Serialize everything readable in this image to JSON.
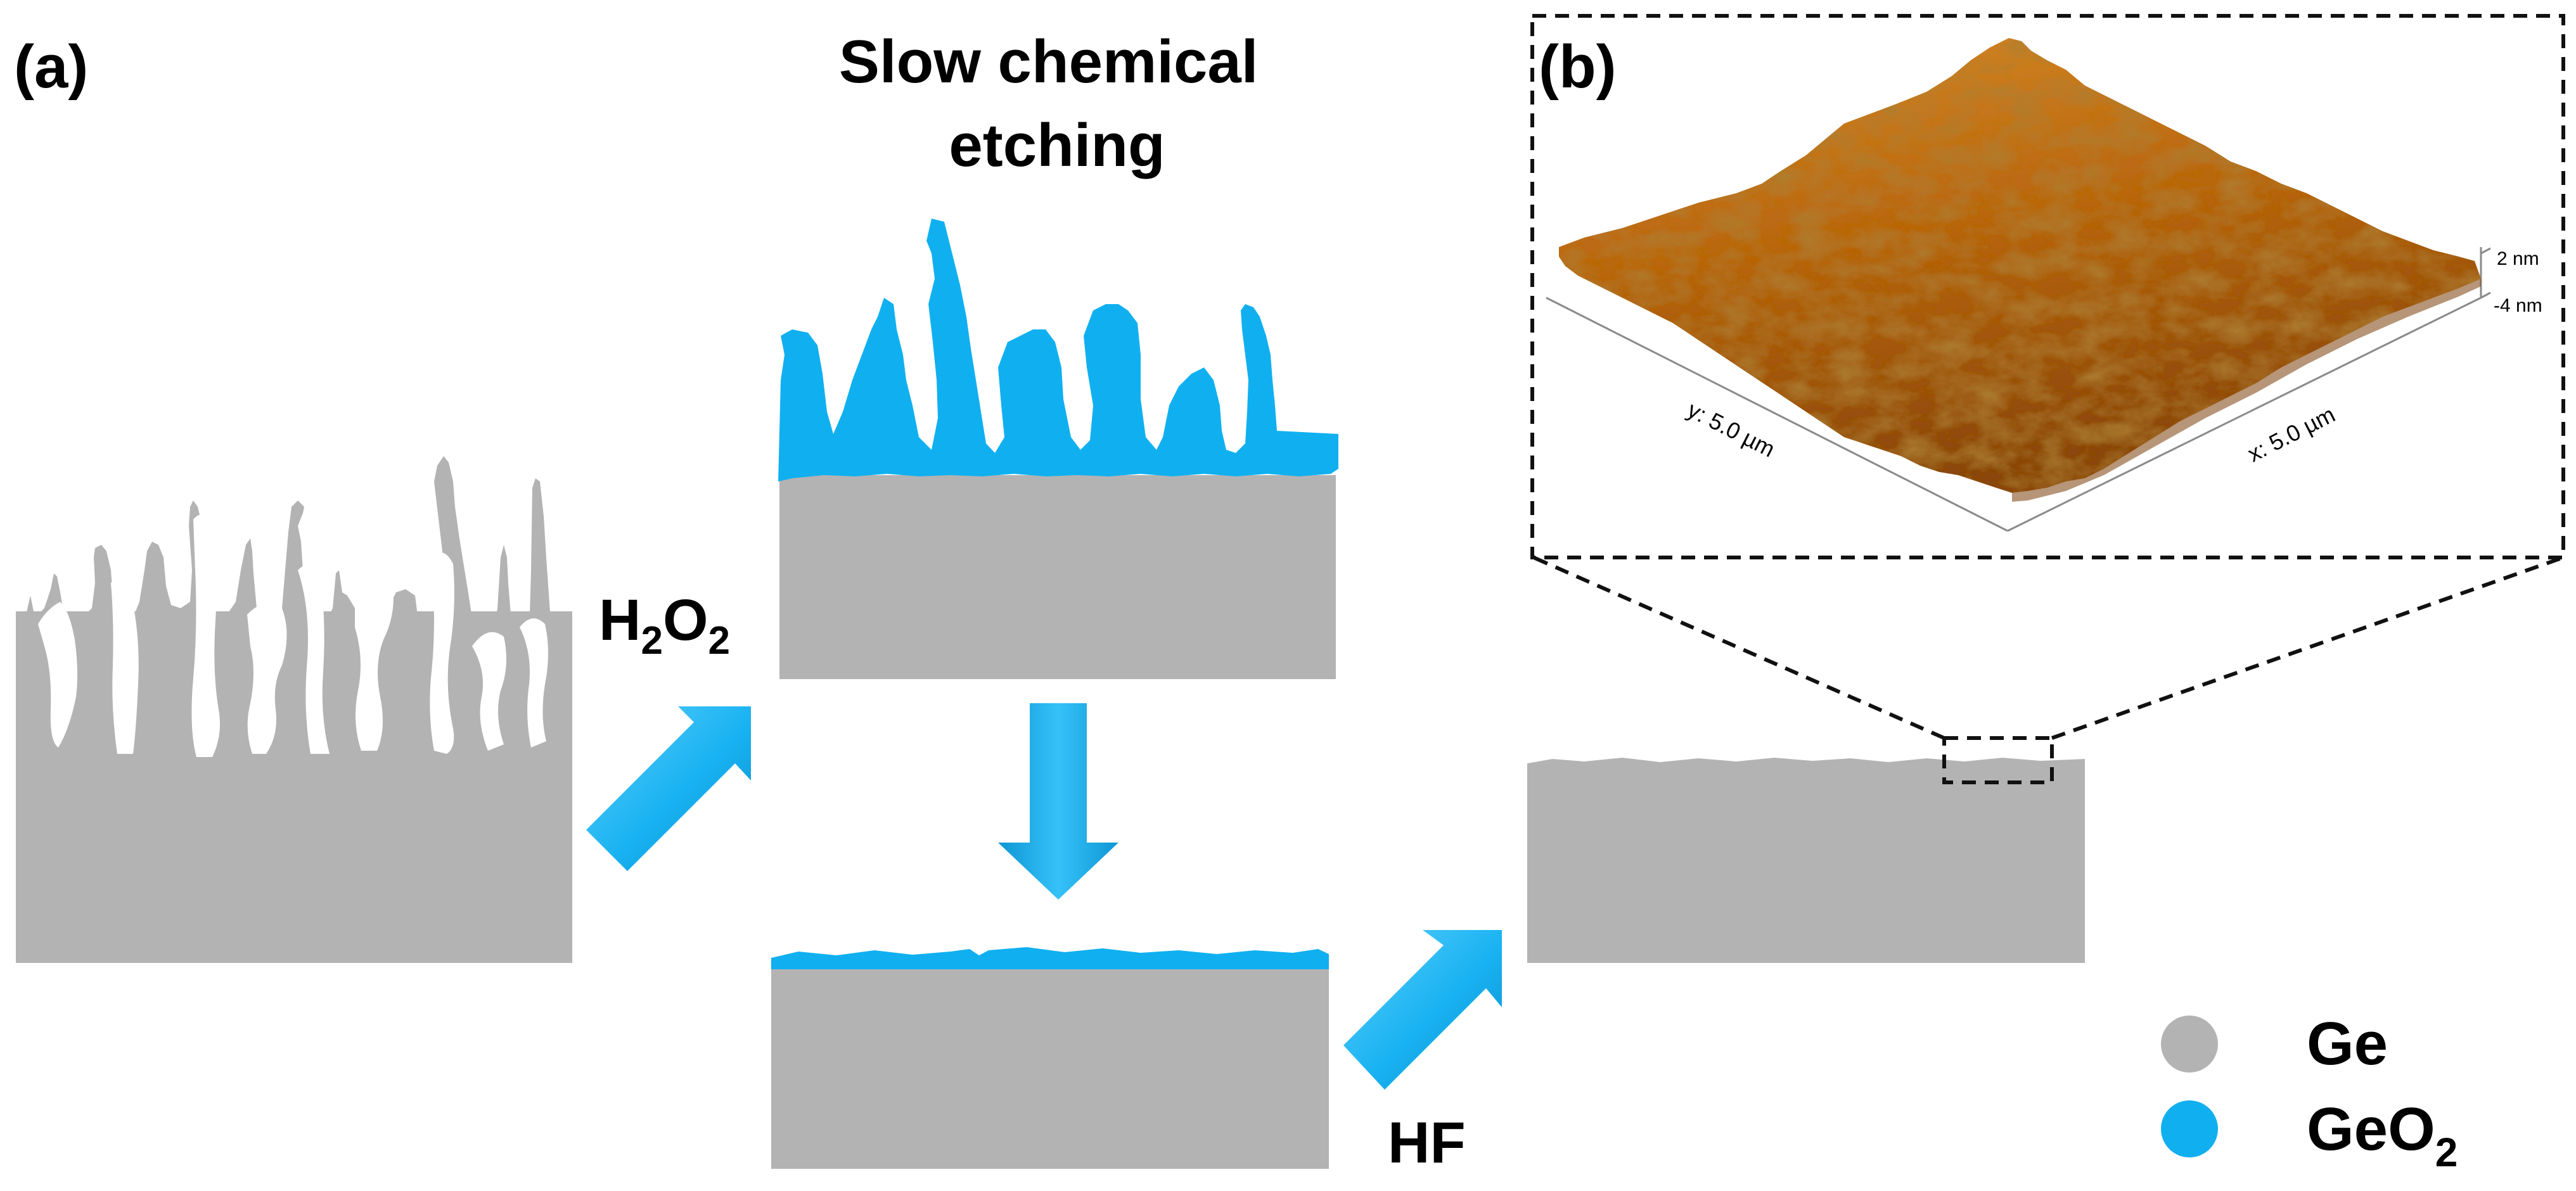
{
  "panel_a_label": "(a)",
  "panel_b_label": "(b)",
  "step_title": [
    "Slow chemical",
    "etching"
  ],
  "reagent_1": {
    "base": "H",
    "sub1": "2",
    "mid": "O",
    "sub2": "2"
  },
  "reagent_2": "HF",
  "afm": {
    "z_top_label": "2 nm",
    "z_bottom_label": "-4 nm",
    "y_axis_label": "y: 5.0 µm",
    "x_axis_label": "x: 5.0 µm"
  },
  "legend": [
    {
      "label": "Ge",
      "sub": "",
      "color": "#b3b3b3"
    },
    {
      "label": "GeO",
      "sub": "2",
      "color": "#10b0f0"
    }
  ],
  "colors": {
    "ge": "#b3b3b3",
    "geo2": "#10b0f0",
    "arrow": "#1ab6f2",
    "afm_dark": "#6b3508",
    "afm_mid": "#b8650f",
    "afm_light": "#e09a32"
  }
}
